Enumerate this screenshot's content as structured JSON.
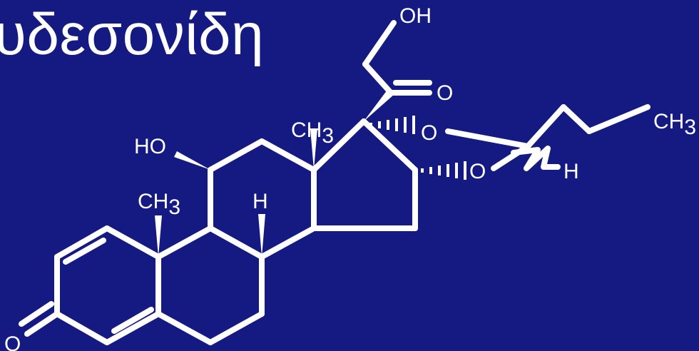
{
  "slide": {
    "title": "υδεσονίδη",
    "background": "#141a82",
    "foreground": "#ffffff"
  },
  "structure": {
    "labels": {
      "oh_top": "OH",
      "ketone_o": "O",
      "ch3_c18": "CH",
      "ch3_c18_sub": "3",
      "ch3_chain": "CH",
      "ch3_chain_sub": "3",
      "ho_c11": "HO",
      "ch3_c19": "CH",
      "ch3_c19_sub": "3",
      "h_c8": "H",
      "o_17": "O",
      "o_16": "O",
      "h_acetal": "H",
      "o_c3": "O"
    }
  }
}
